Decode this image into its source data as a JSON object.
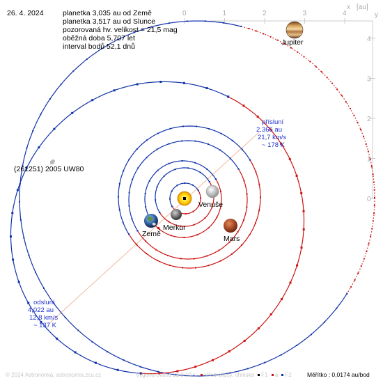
{
  "header": {
    "date": "26. 4. 2024",
    "lines": [
      "planetka 3,035 au od Země",
      "planetka 3,517 au od Slunce",
      "pozorovaná hv. velikost = 21,5 mag",
      "oběžná doba 5,707 let",
      "interval bodů 52,1 dnů"
    ]
  },
  "axes": {
    "top_ticks": [
      "0",
      "1",
      "2",
      "3",
      "4"
    ],
    "right_ticks": [
      "4",
      "3",
      "2",
      "1",
      "0"
    ],
    "x_label": "x",
    "unit_label": "[au]",
    "y_label": "y"
  },
  "asteroid": {
    "name": "(261251) 2005 UW80",
    "color": "#1133aa"
  },
  "perihelion": {
    "title": "přísluní",
    "distance": "2,365 au",
    "speed": "21,7 km/s",
    "temperature": "~ 178 K"
  },
  "aphelion": {
    "title": "odsluní",
    "distance": "4,022 au",
    "speed": "12,8 km/s",
    "temperature": "~ 137 K"
  },
  "planets": {
    "jupiter": "Jupiter",
    "venus": "Venuše",
    "mercury": "Merkur",
    "earth": "Země",
    "mars": "Mars"
  },
  "footer": {
    "copyright": "© 2024 Astronomia, astronomia.zcu.cz",
    "generated": "Vygenerováno za 0,10 s",
    "legend_center": "střed elipsy, ohniska",
    "legend_f1": "F1",
    "legend_a": "a",
    "legend_f2": "F2",
    "scale": "Měřítko : 0,0174 au/bod"
  },
  "colors": {
    "above_ecliptic": "#1133aa",
    "below_ecliptic": "#cc1111",
    "axis": "#cccccc",
    "label_blue": "#2233cc"
  }
}
